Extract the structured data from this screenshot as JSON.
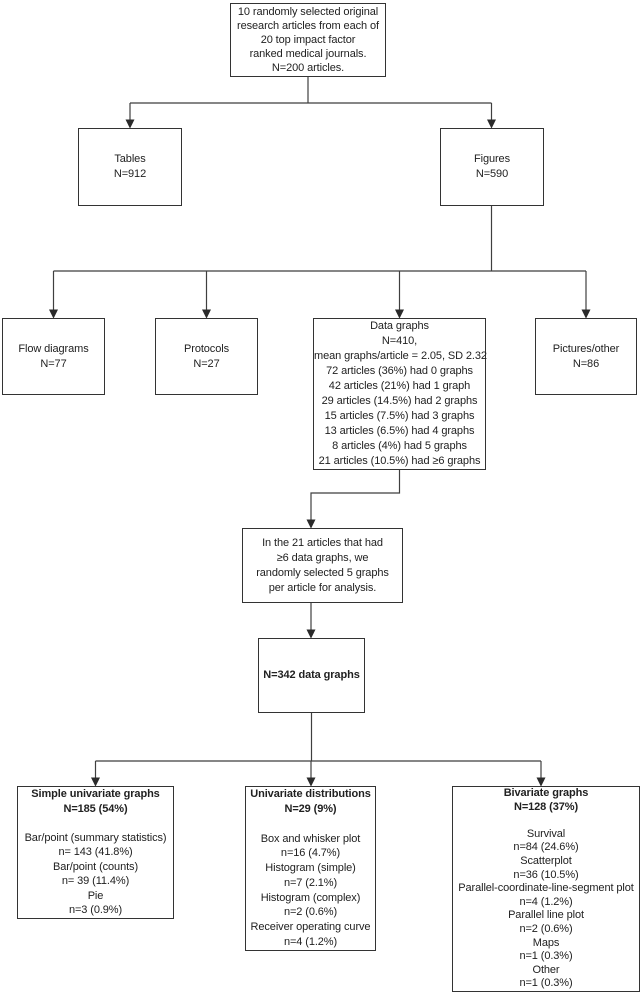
{
  "colors": {
    "line": "#3f3f3f",
    "border": "#333333",
    "text": "#212121",
    "background": "#ffffff"
  },
  "boxes": {
    "source": [
      "10 randomly selected original",
      "research articles from each of",
      "20 top impact factor",
      "ranked medical journals.",
      "N=200 articles."
    ],
    "tables": [
      "Tables",
      "N=912"
    ],
    "figures": [
      "Figures",
      "N=590"
    ],
    "flow_diagrams": [
      "Flow diagrams",
      "N=77"
    ],
    "protocols": [
      "Protocols",
      "N=27"
    ],
    "data_graphs": [
      "Data graphs",
      "N=410,",
      "mean graphs/article = 2.05, SD 2.32",
      "72 articles (36%) had 0 graphs",
      "42 articles (21%) had 1 graph",
      "29 articles (14.5%) had 2 graphs",
      "15 articles (7.5%) had 3 graphs",
      "13 articles (6.5%) had 4 graphs",
      "8 articles (4%) had 5 graphs",
      "21 articles (10.5%) had ≥6 graphs"
    ],
    "pictures_other": [
      "Pictures/other",
      "N=86"
    ],
    "selection": [
      "In the 21 articles that had",
      "≥6 data graphs, we",
      "randomly selected 5 graphs",
      "per article for analysis."
    ],
    "total": [
      "N=342 data graphs"
    ],
    "simple_univariate": {
      "title": [
        "Simple univariate graphs",
        "N=185 (54%)"
      ],
      "items": [
        "Bar/point (summary statistics)",
        "n= 143 (41.8%)",
        "Bar/point (counts)",
        "n= 39 (11.4%)",
        "Pie",
        "n=3 (0.9%)"
      ]
    },
    "univariate_distributions": {
      "title": [
        "Univariate distributions",
        "N=29 (9%)"
      ],
      "items": [
        "Box and whisker plot",
        "n=16 (4.7%)",
        "Histogram (simple)",
        "n=7 (2.1%)",
        "Histogram (complex)",
        "n=2 (0.6%)",
        "Receiver operating curve",
        "n=4 (1.2%)"
      ]
    },
    "bivariate": {
      "title": [
        "Bivariate graphs",
        "N=128 (37%)"
      ],
      "items": [
        "Survival",
        "n=84 (24.6%)",
        "Scatterplot",
        "n=36 (10.5%)",
        "Parallel-coordinate-line-segment plot",
        "n=4 (1.2%)",
        "Parallel line plot",
        "n=2 (0.6%)",
        "Maps",
        "n=1 (0.3%)",
        "Other",
        "n=1 (0.3%)"
      ]
    }
  }
}
